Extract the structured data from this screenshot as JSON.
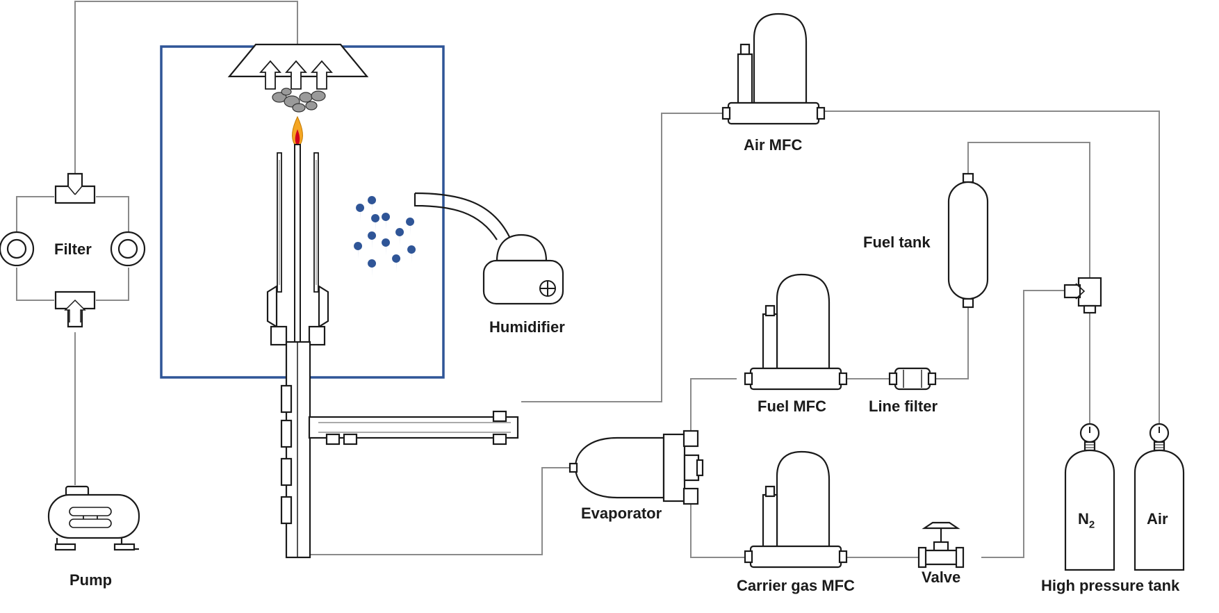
{
  "labels": {
    "filter": "Filter",
    "pump": "Pump",
    "humidifier": "Humidifier",
    "air_mfc": "Air MFC",
    "fuel_tank": "Fuel tank",
    "fuel_mfc": "Fuel MFC",
    "line_filter": "Line filter",
    "evaporator": "Evaporator",
    "carrier_gas_mfc": "Carrier gas MFC",
    "valve": "Valve",
    "n2_base": "N",
    "n2_sub": "2",
    "air_tank": "Air",
    "high_pressure_tank": "High pressure tank"
  },
  "colors": {
    "chamber_border": "#2f5597",
    "water_droplet": "#2f5597",
    "pipe_line": "#8a8a8a",
    "flame_outer": "#f5a623",
    "flame_inner": "#d0021b"
  }
}
